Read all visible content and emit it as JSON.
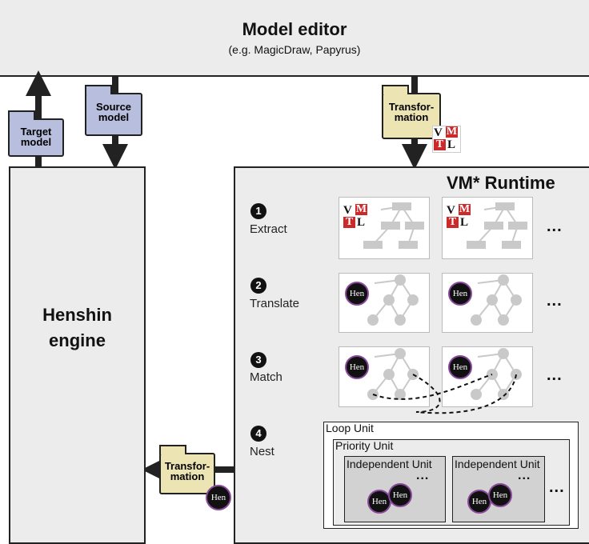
{
  "editor": {
    "title": "Model editor",
    "subtitle": "(e.g. MagicDraw, Papyrus)"
  },
  "artifacts": {
    "target_model": "Target model",
    "source_model": "Source model",
    "transformation_top": "Transfor-mation",
    "transformation_bottom": "Transfor-mation"
  },
  "engine": {
    "title": "Henshin engine"
  },
  "runtime": {
    "title": "VM* Runtime",
    "steps": [
      {
        "num": "1",
        "label": "Extract"
      },
      {
        "num": "2",
        "label": "Translate"
      },
      {
        "num": "3",
        "label": "Match"
      },
      {
        "num": "4",
        "label": "Nest"
      }
    ],
    "ellipsis": "...",
    "units": {
      "loop": "Loop Unit",
      "priority": "Priority Unit",
      "independent": "Independent Unit"
    }
  },
  "logos": {
    "vmtl_letters": [
      "V",
      "M",
      "T",
      "L"
    ],
    "henshin": "Hen"
  },
  "colors": {
    "box_fill": "#ececec",
    "model_blue": "#b8bede",
    "transformation_yellow": "#ede4b4",
    "vmtl_red": "#cc2a2a",
    "graph_gray": "#c9c9c9",
    "henshin_purple": "#8a4a9c"
  }
}
